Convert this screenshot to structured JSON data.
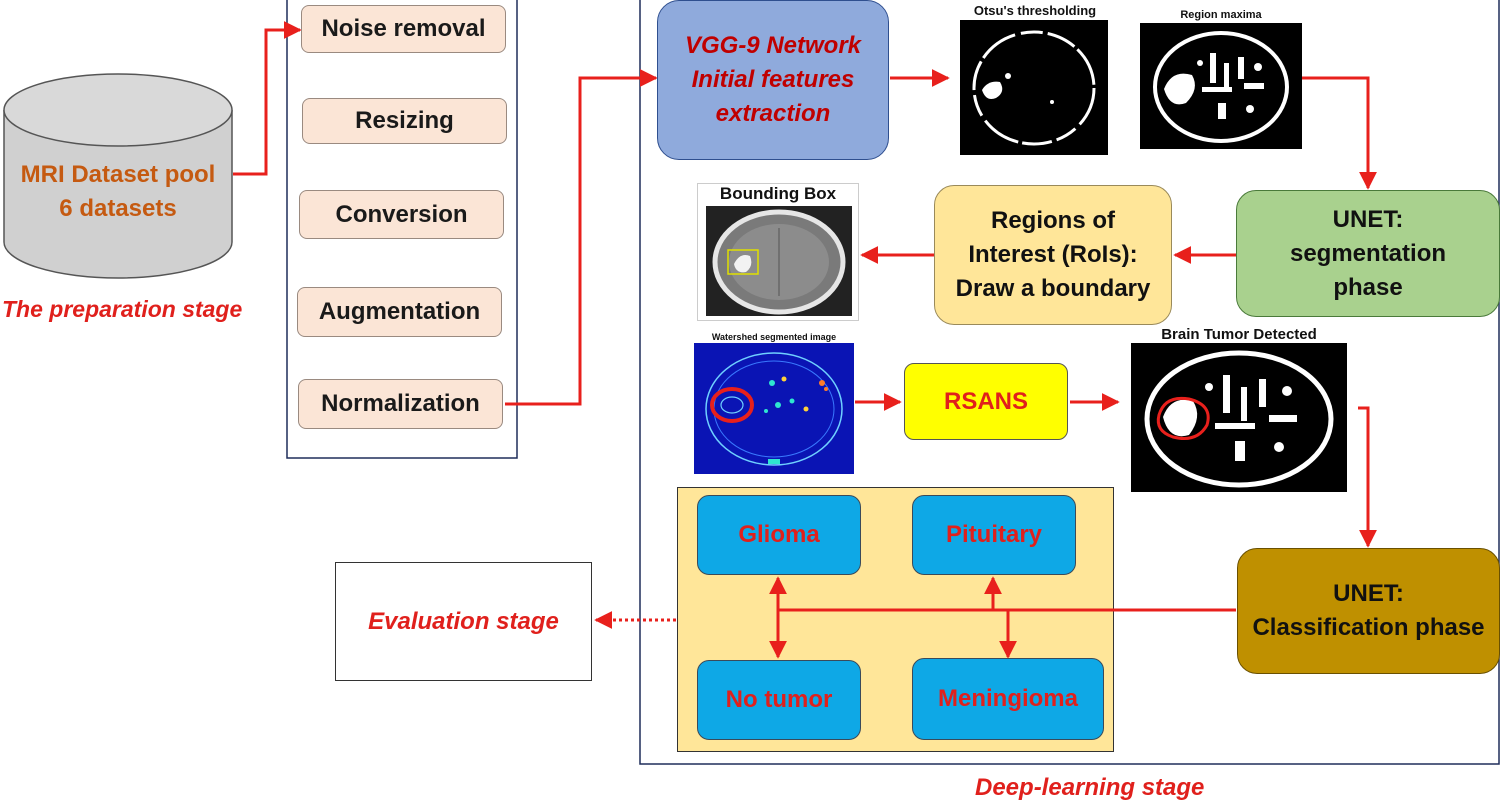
{
  "preparation": {
    "dataset_line1": "MRI Dataset pool",
    "dataset_line2": "6 datasets",
    "stage_label": "The preparation stage",
    "steps": [
      "Noise removal",
      "Resizing",
      "Conversion",
      "Augmentation",
      "Normalization"
    ]
  },
  "deep_learning": {
    "stage_label": "Deep-learning stage",
    "vgg_line1": "VGG-9 Network",
    "vgg_line2": "Initial features",
    "vgg_line3": "extraction",
    "otsu_caption": "Otsu's thresholding",
    "region_caption": "Region maxima",
    "unet_seg_line1": "UNET:",
    "unet_seg_line2": "segmentation",
    "unet_seg_line3": "phase",
    "roi_line1": "Regions of",
    "roi_line2": "Interest (RoIs):",
    "roi_line3": "Draw a boundary",
    "bbox_caption": "Bounding Box",
    "watershed_caption": "Watershed segmented image",
    "rsans": "RSANS",
    "detected_caption": "Brain Tumor Detected",
    "unet_cls_line1": "UNET:",
    "unet_cls_line2": "Classification phase",
    "classes": [
      "Glioma",
      "Pituitary",
      "No tumor",
      "Meningioma"
    ]
  },
  "evaluation": {
    "label": "Evaluation stage"
  },
  "colors": {
    "arrow": "#e8201c",
    "vgg_fill": "#8faadc",
    "roi_fill": "#ffe699",
    "unet_seg_fill": "#a9d18e",
    "unet_cls_fill": "#bf9000",
    "rsans_fill": "#ffff00",
    "class_fill": "#0ea8e6",
    "class_panel": "#ffe699",
    "prep_fill": "#fbe5d6"
  }
}
